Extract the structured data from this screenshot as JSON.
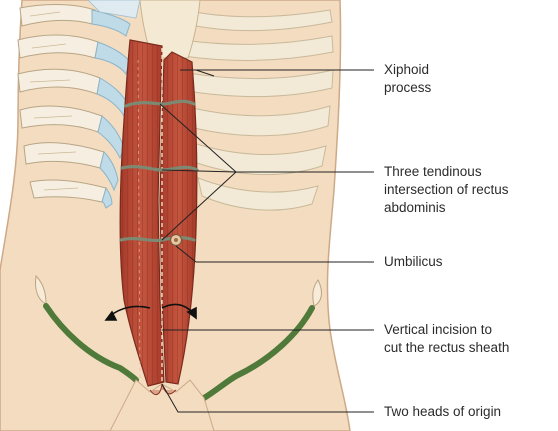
{
  "labels": {
    "xiphoid": [
      "Xiphoid",
      "process"
    ],
    "tendinous": [
      "Three tendinous",
      "intersection of rectus",
      "abdominis"
    ],
    "umbilicus": [
      "Umbilicus"
    ],
    "incision": [
      "Vertical incision to",
      "cut the rectus sheath"
    ],
    "heads": [
      "Two heads of origin"
    ]
  },
  "colors": {
    "background": "#ffffff",
    "skin": "#f3dcc0",
    "skin_outline": "#cda987",
    "rib_bone_left": "#f6efe1",
    "costal_cartilage": "#bfdbe8",
    "rib_bone_right": "#f2ead6",
    "muscle": "#b94a38",
    "muscle_dark": "#8f3324",
    "tendinous_band": "#7d8a73",
    "inguinal_ligament": "#4f7a3a",
    "leader_line": "#222222",
    "xiphoid": "#f7e7bd"
  }
}
